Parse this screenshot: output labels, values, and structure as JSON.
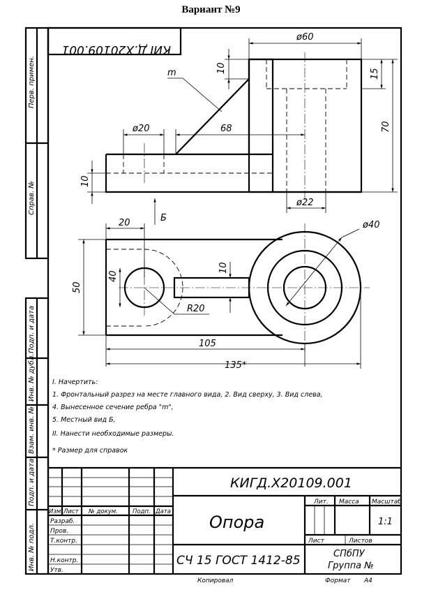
{
  "header": "Вариант №9",
  "stamp_mirrored": "КИГД.Х20109.001",
  "side_column": [
    "Перв. примен.",
    "Справ. №",
    "Подп. и дата",
    "Инв. № дубл.",
    "Взам. инв. №",
    "Подп. и дата",
    "Инв. № подл."
  ],
  "dimensions": {
    "d60": "ø60",
    "d10_top": "10",
    "d15": "15",
    "d70": "70",
    "d68": "68",
    "d20_top": "ø20",
    "d10_base": "10",
    "d22": "ø22",
    "m": "m",
    "arrow_b": "Б",
    "d20_plan": "20",
    "d40_plan": "ø40",
    "d50": "50",
    "d40_hole": "40",
    "d10_slot": "10",
    "r20": "R20",
    "d105": "105",
    "d135": "135*"
  },
  "notes": [
    "I. Начертить:",
    "1. Фронтальный разрез  на месте главного вида, 2. Вид сверху,  3. Вид слева,",
    "4. Вынесенное сечение ребра \"m\",",
    "5. Местный вид Б,",
    "II. Нанести необходимые размеры.",
    "* Размер для справок"
  ],
  "title_block": {
    "code": "КИГД.Х20109.001",
    "name": "Опора",
    "material": "СЧ 15 ГОСТ 1412-85",
    "col_headers": [
      "Изм.",
      "Лист",
      "№ докум.",
      "Подп.",
      "Дата"
    ],
    "rows": [
      "Разраб.",
      "Пров.",
      "Т.контр.",
      "",
      "Н.контр.",
      "Утв."
    ],
    "lit": "Лит.",
    "massa": "Масса",
    "masshtab": "Масштаб",
    "scale": "1:1",
    "list": "Лист",
    "listov": "Листов",
    "org_line1": "СПбПУ",
    "org_line2": "Группа №",
    "copied": "Копировал",
    "format_label": "Формат",
    "format_value": "А4"
  }
}
